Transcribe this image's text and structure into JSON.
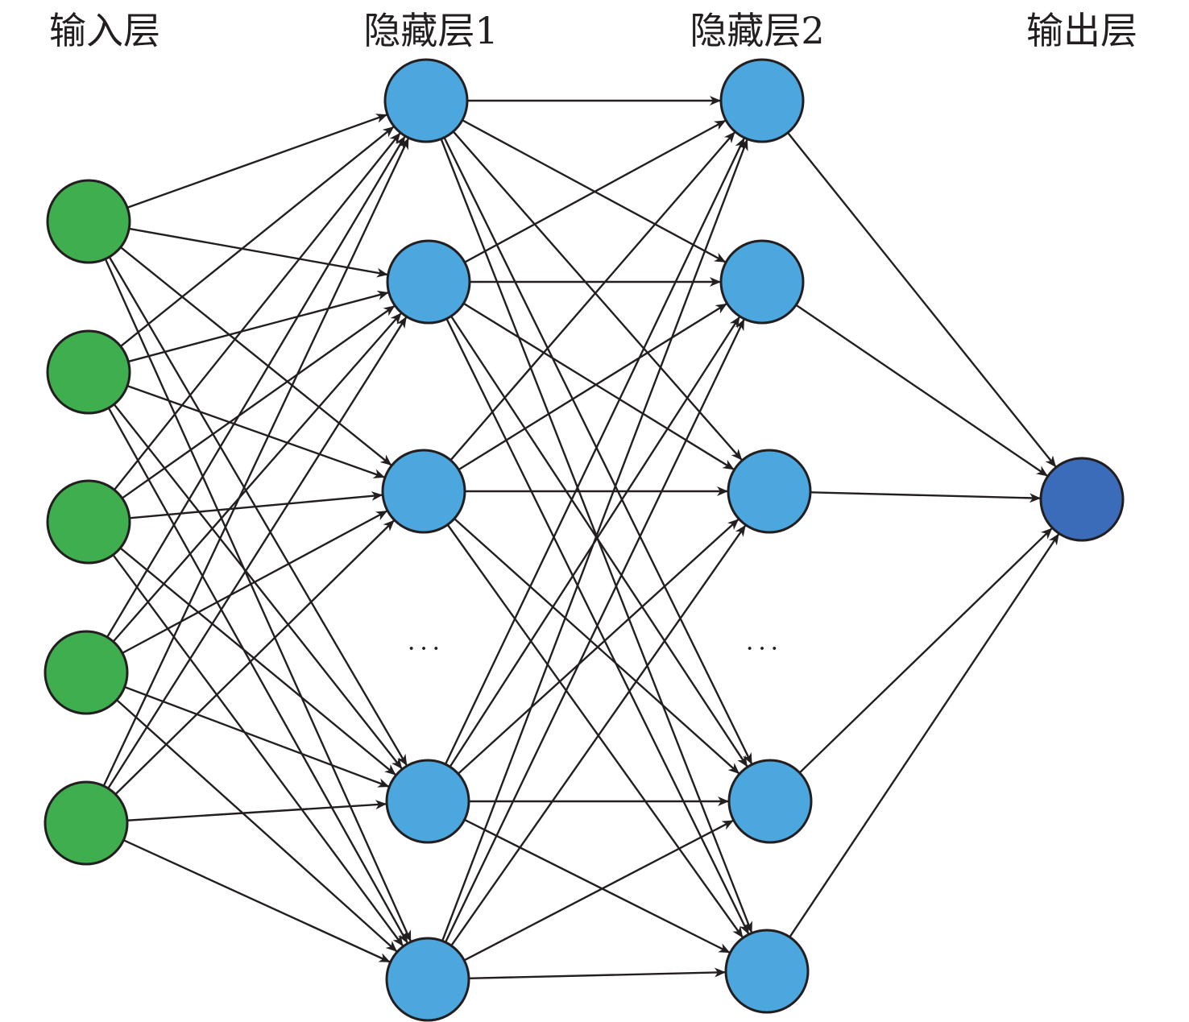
{
  "title": "神经网络结构示意图",
  "layers": [
    {
      "id": "input",
      "label": "输入层",
      "node_count": 5,
      "color": "#3fae4e"
    },
    {
      "id": "hidden1",
      "label": "隐藏层1",
      "node_count": 5,
      "color": "#4ba7de",
      "ellipsis": "···"
    },
    {
      "id": "hidden2",
      "label": "隐藏层2",
      "node_count": 5,
      "color": "#4ba7de",
      "ellipsis": "···"
    },
    {
      "id": "output",
      "label": "输出层",
      "node_count": 1,
      "color": "#3a6cba"
    }
  ],
  "connections": "fully-connected",
  "edge_color": "#231f20",
  "node_stroke": "#231f20"
}
